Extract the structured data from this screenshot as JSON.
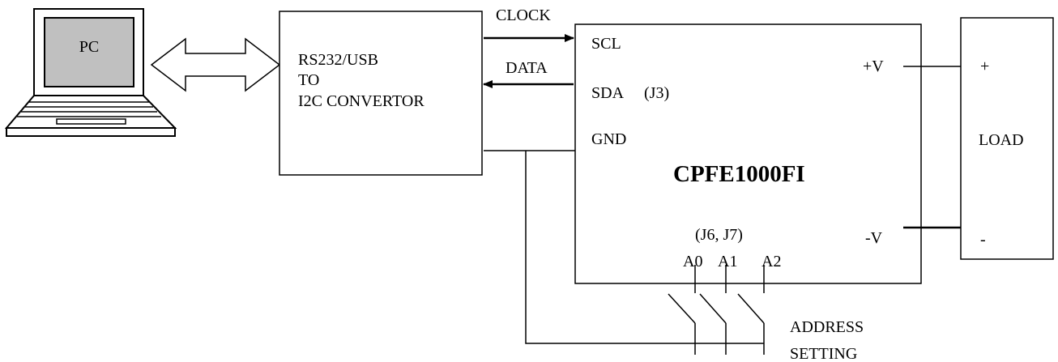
{
  "pc": {
    "label": "PC"
  },
  "converter": {
    "line1": "RS232/USB",
    "line2": "TO",
    "line3": "I2C CONVERTOR"
  },
  "signals": {
    "clock": "CLOCK",
    "data": "DATA"
  },
  "module": {
    "name": "CPFE1000FI",
    "scl": "SCL",
    "sda": "SDA",
    "j3": "(J3)",
    "gnd": "GND",
    "plus_v": "+V",
    "minus_v": "-V",
    "jumpers": "(J6, J7)",
    "a0": "A0",
    "a1": "A1",
    "a2": "A2"
  },
  "load": {
    "label": "LOAD",
    "plus": "+",
    "minus": "-"
  },
  "address": {
    "line1": "ADDRESS",
    "line2": "SETTING"
  }
}
